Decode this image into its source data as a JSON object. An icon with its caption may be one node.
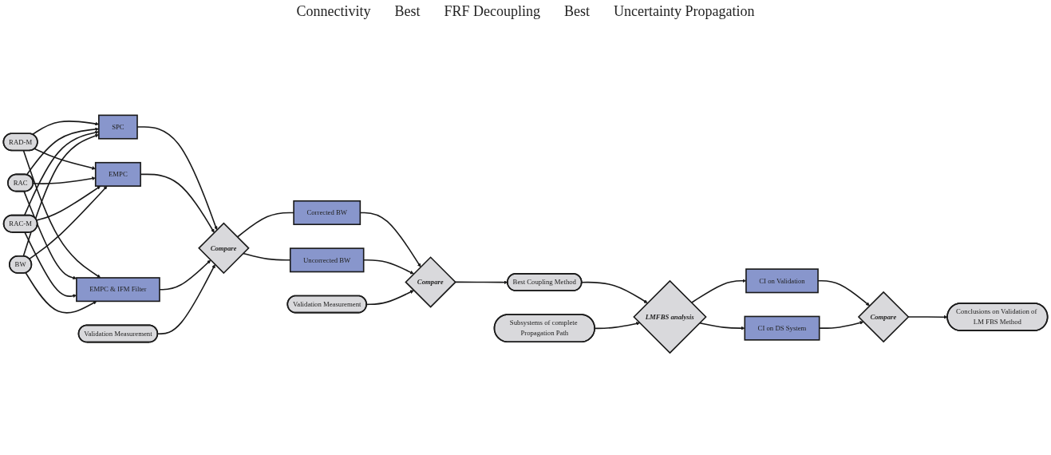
{
  "diagram": {
    "nodes": [
      {
        "text": [
          "RAD-M"
        ]
      },
      {
        "text": [
          "RAC"
        ]
      },
      {
        "text": [
          "RAC-M"
        ]
      },
      {
        "text": [
          "BW"
        ]
      },
      {
        "text": [
          "SPC"
        ]
      },
      {
        "text": [
          "EMPC"
        ]
      },
      {
        "text": [
          "EMPC & IFM Filter"
        ]
      },
      {
        "text": [
          "Validation Measurement"
        ]
      },
      {
        "text": [
          "Compare"
        ]
      },
      {
        "text": [
          "Corrected BW"
        ]
      },
      {
        "text": [
          "Uncorrected BW"
        ]
      },
      {
        "text": [
          "Validation Measurement"
        ]
      },
      {
        "text": [
          "Compare"
        ]
      },
      {
        "text": [
          "Best Coupling Method"
        ]
      },
      {
        "text": [
          "LMFBS analysis"
        ]
      },
      {
        "text": [
          "Subsystems of complete Propagation Path"
        ]
      },
      {
        "text": [
          "CI on Validation"
        ]
      },
      {
        "text": [
          "CI on DS System"
        ]
      },
      {
        "text": [
          "Compare"
        ]
      },
      {
        "text": [
          "Conclusions on Validation of LM FBS Method"
        ]
      }
    ],
    "edges": [
      {
        "from": 0,
        "to": 4,
        "arrow": "to"
      },
      {
        "from": 0,
        "to": 5,
        "arrow": "to"
      },
      {
        "from": 0,
        "to": 6,
        "arrow": "to"
      },
      {
        "from": 1,
        "to": 4,
        "arrow": "to"
      },
      {
        "from": 1,
        "to": 5,
        "arrow": "to"
      },
      {
        "from": 1,
        "to": 6,
        "arrow": "to"
      },
      {
        "from": 2,
        "to": 4,
        "arrow": "to"
      },
      {
        "from": 2,
        "to": 5,
        "arrow": "to"
      },
      {
        "from": 2,
        "to": 6,
        "arrow": "to"
      },
      {
        "from": 3,
        "to": 4,
        "arrow": "to"
      },
      {
        "from": 3,
        "to": 5,
        "arrow": "to"
      },
      {
        "from": 3,
        "to": 6,
        "arrow": "to"
      },
      {
        "from": 4,
        "to": 8,
        "arrow": "to"
      },
      {
        "from": 5,
        "to": 8,
        "arrow": "to"
      },
      {
        "from": 6,
        "to": 8,
        "arrow": "to"
      },
      {
        "from": 7,
        "to": 8,
        "arrow": "to"
      },
      {
        "from": 8,
        "to": 9,
        "arrow": "none"
      },
      {
        "from": 8,
        "to": 10,
        "arrow": "none"
      },
      {
        "from": 9,
        "to": 12,
        "arrow": "to"
      },
      {
        "from": 10,
        "to": 12,
        "arrow": "to"
      },
      {
        "from": 11,
        "to": 12,
        "arrow": "to"
      },
      {
        "from": 12,
        "to": 13,
        "arrow": "to"
      },
      {
        "from": 13,
        "to": 14,
        "arrow": "to"
      },
      {
        "from": 15,
        "to": 14,
        "arrow": "to"
      },
      {
        "from": 14,
        "to": 16,
        "arrow": "to"
      },
      {
        "from": 14,
        "to": 17,
        "arrow": "to"
      },
      {
        "from": 16,
        "to": 18,
        "arrow": "to"
      },
      {
        "from": 17,
        "to": 18,
        "arrow": "to"
      },
      {
        "from": 18,
        "to": 19,
        "arrow": "to"
      }
    ],
    "labels": [
      "Connectivity",
      "Best",
      "FRF Decoupling",
      "Best",
      "Uncertainty Propagation"
    ]
  }
}
